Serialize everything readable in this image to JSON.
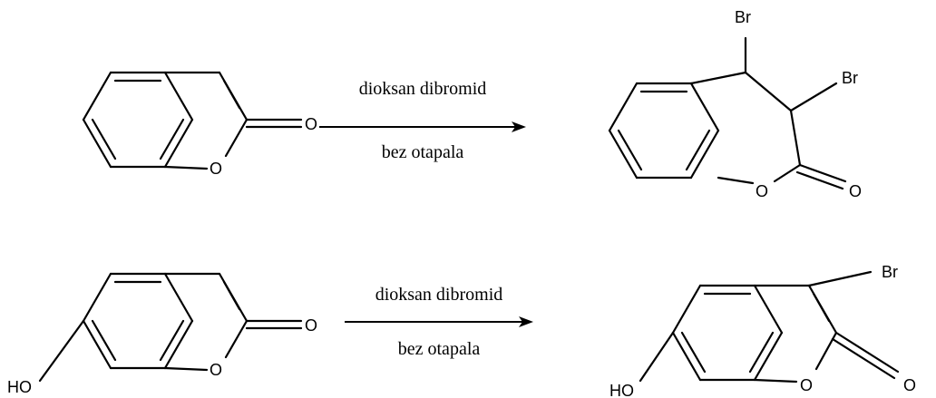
{
  "reactions": [
    {
      "condition_top": "dioksan dibromid",
      "condition_bottom": "bez otapala",
      "reactant_labels": {
        "ring_oxygen": "O",
        "carbonyl_oxygen": "O"
      },
      "product_labels": {
        "ring_oxygen": "O",
        "carbonyl_oxygen": "O",
        "bromine_1": "Br",
        "bromine_2": "Br"
      }
    },
    {
      "condition_top": "dioksan dibromid",
      "condition_bottom": "bez otapala",
      "reactant_labels": {
        "ring_oxygen": "O",
        "carbonyl_oxygen": "O",
        "hydroxyl": "HO"
      },
      "product_labels": {
        "ring_oxygen": "O",
        "carbonyl_oxygen": "O",
        "hydroxyl": "HO",
        "bromine": "Br"
      }
    }
  ]
}
